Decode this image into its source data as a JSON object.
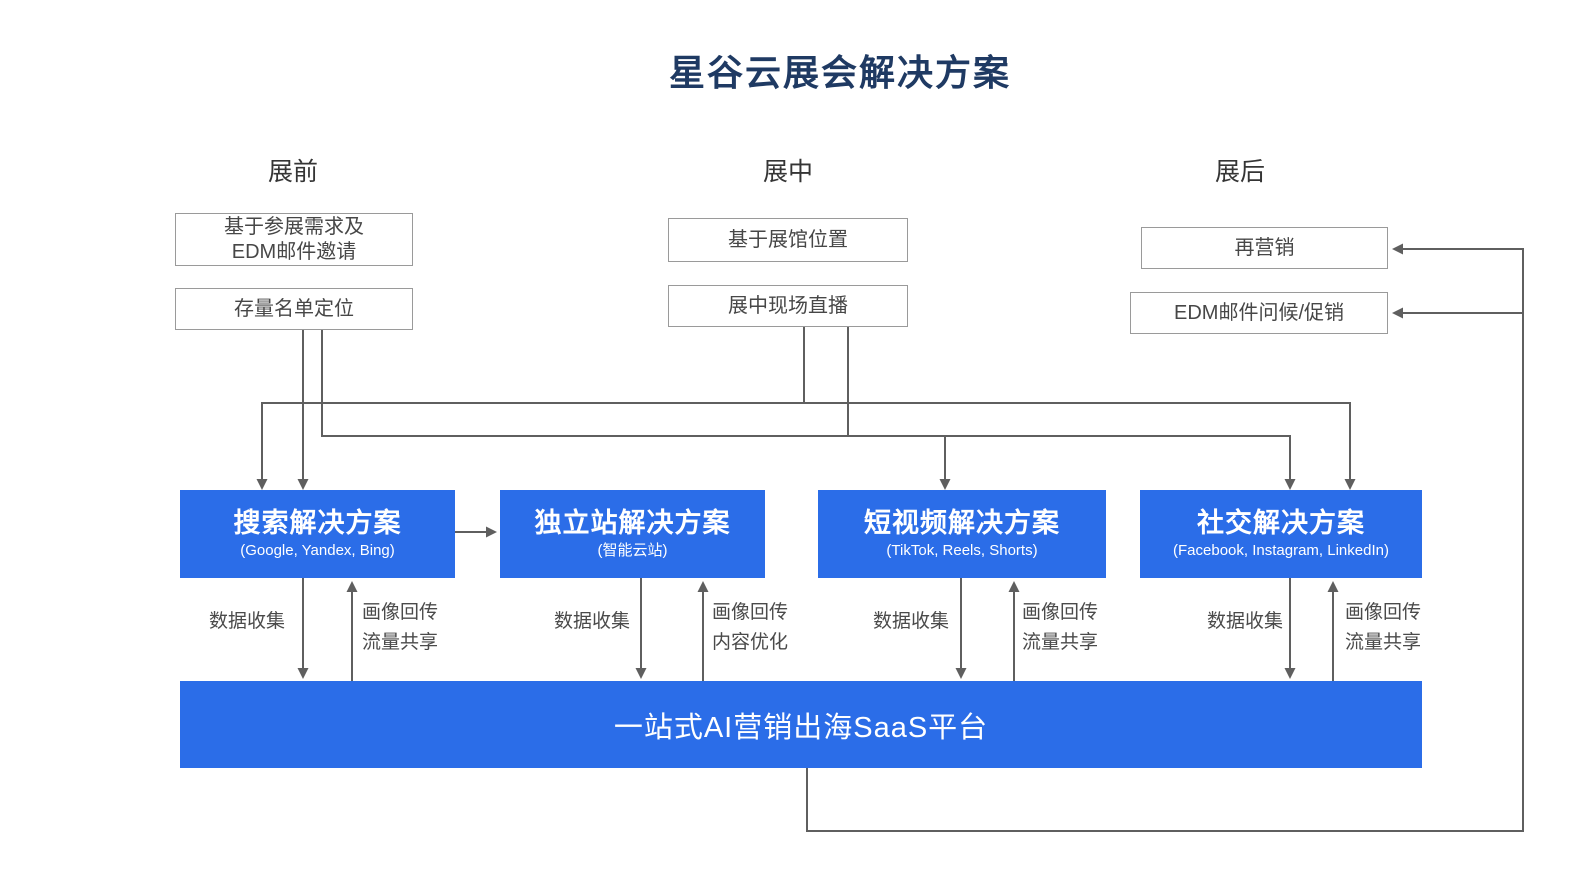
{
  "title": "星谷云展会解决方案",
  "phases": [
    {
      "header": "展前",
      "boxes": [
        {
          "lines": [
            "基于参展需求及",
            "EDM邮件邀请"
          ]
        },
        {
          "lines": [
            "存量名单定位"
          ]
        }
      ]
    },
    {
      "header": "展中",
      "boxes": [
        {
          "lines": [
            "基于展馆位置"
          ]
        },
        {
          "lines": [
            "展中现场直播"
          ]
        }
      ]
    },
    {
      "header": "展后",
      "boxes": [
        {
          "lines": [
            "再营销"
          ]
        },
        {
          "lines": [
            "EDM邮件问候/促销"
          ]
        }
      ]
    }
  ],
  "solutions": [
    {
      "title": "搜索解决方案",
      "subtitle": "(Google, Yandex, Bing)"
    },
    {
      "title": "独立站解决方案",
      "subtitle": "(智能云站)"
    },
    {
      "title": "短视频解决方案",
      "subtitle": "(TikTok, Reels, Shorts)"
    },
    {
      "title": "社交解决方案",
      "subtitle": "(Facebook, Instagram, LinkedIn)"
    }
  ],
  "exchange_labels": [
    {
      "down": "数据收集",
      "up": [
        "画像回传",
        "流量共享"
      ]
    },
    {
      "down": "数据收集",
      "up": [
        "画像回传",
        "内容优化"
      ]
    },
    {
      "down": "数据收集",
      "up": [
        "画像回传",
        "流量共享"
      ]
    },
    {
      "down": "数据收集",
      "up": [
        "画像回传",
        "流量共享"
      ]
    }
  ],
  "platform": "一站式AI营销出海SaaS平台",
  "colors": {
    "accent_blue": "#2B6DE8",
    "title_navy": "#1F3A63",
    "connector_gray": "#5F5F5F",
    "box_border_gray": "#9A9A9A"
  }
}
